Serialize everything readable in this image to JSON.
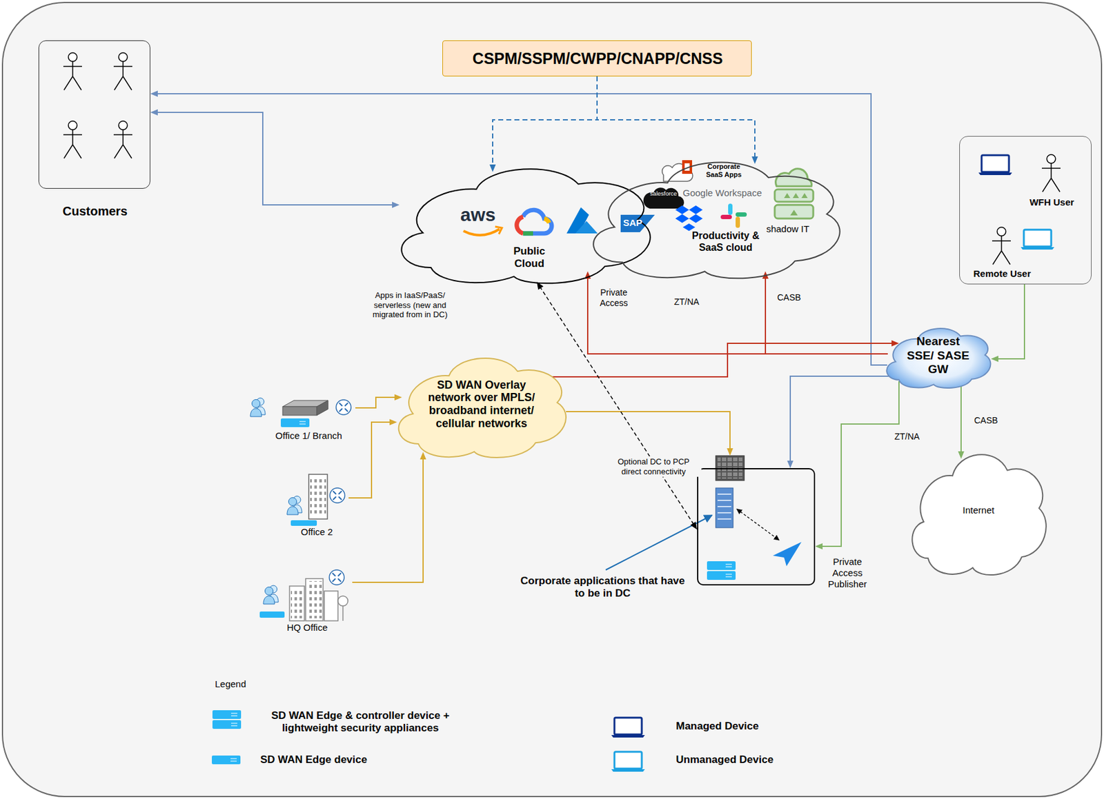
{
  "diagram": {
    "nodes": [
      {
        "text": [
          "Customers"
        ]
      },
      {
        "text": [
          "CSPM/SSPM/CWPP/CNAPP/CNSS"
        ]
      },
      {
        "text": [
          "Public Cloud"
        ]
      },
      {
        "text": [
          "Corporate SaaS Apps",
          "shadow IT",
          "Productivity & SaaS cloud"
        ]
      },
      {
        "text": [
          "WFH User",
          "Remote User"
        ]
      },
      {
        "text": [
          "Nearest SSE/ SASE GW"
        ]
      },
      {
        "text": [
          "SD WAN Overlay network over MPLS/ broadband internet/ cellular networks"
        ]
      },
      {
        "text": [
          "Office 1/ Branch"
        ]
      },
      {
        "text": [
          "Internet"
        ]
      },
      {
        "text": [
          "Office 2"
        ]
      },
      {
        "text": [
          "Private Access Publisher"
        ]
      },
      {
        "text": [
          "HQ Office"
        ]
      }
    ],
    "edges": [
      {
        "from": 0,
        "to": 2,
        "arrow": "both"
      },
      {
        "from": 5,
        "to": 0,
        "arrow": "to"
      },
      {
        "from": 5,
        "to": 10,
        "arrow": "to"
      },
      {
        "from": 6,
        "to": 5,
        "arrow": "to"
      },
      {
        "from": 5,
        "to": 2,
        "label": "Private Access",
        "arrow": "to"
      },
      {
        "from": 5,
        "to": 3,
        "label": "CASB",
        "arrow": "to"
      },
      {
        "from": 4,
        "to": 5,
        "arrow": "to"
      },
      {
        "from": 5,
        "to": 8,
        "label": "CASB",
        "arrow": "to"
      },
      {
        "from": 5,
        "to": 10,
        "label": "ZT/NA",
        "arrow": "to"
      },
      {
        "from": 7,
        "to": 6,
        "arrow": "to"
      },
      {
        "from": 9,
        "to": 6,
        "arrow": "to"
      },
      {
        "from": 11,
        "to": 6,
        "arrow": "to"
      },
      {
        "from": 6,
        "to": 10,
        "arrow": "to"
      },
      {
        "from": 2,
        "to": 10,
        "label": "Optional DC to PCP direct connectivity",
        "arrow": "both"
      },
      {
        "from": 1,
        "to": 2,
        "arrow": "to"
      },
      {
        "from": 1,
        "to": 3,
        "arrow": "to"
      }
    ],
    "labels": [
      "aws",
      "salesforce",
      "Google Workspace",
      "SAP",
      "Apps in IaaS/PaaS/ serverless (new and migrated from in DC)",
      "ZT/NA",
      "Corporate applications  that have to be in DC",
      "Legend"
    ],
    "legend": [
      {
        "text": "SD WAN Edge & controller device + lightweight security appliances"
      },
      {
        "text": "SD WAN Edge device"
      },
      {
        "text": "Managed Device"
      },
      {
        "text": "Unmanaged Device"
      }
    ]
  }
}
